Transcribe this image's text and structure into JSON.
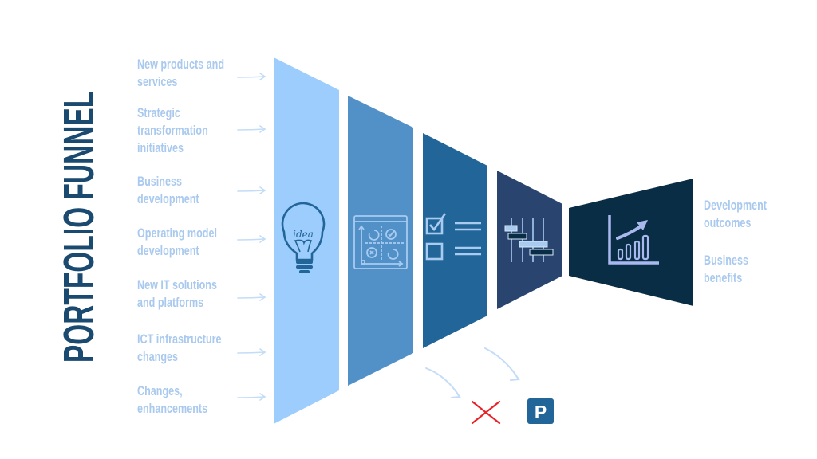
{
  "title": "PORTFOLIO FUNNEL",
  "inputs": [
    {
      "line1": "New  products and",
      "line2": "services",
      "line3": ""
    },
    {
      "line1": "Strategic",
      "line2": "transformation",
      "line3": "initiatives"
    },
    {
      "line1": "Business",
      "line2": "development",
      "line3": ""
    },
    {
      "line1": "Operating model",
      "line2": "development",
      "line3": ""
    },
    {
      "line1": "New IT solutions",
      "line2": "and platforms",
      "line3": ""
    },
    {
      "line1": "ICT infrastructure",
      "line2": "changes",
      "line3": ""
    },
    {
      "line1": "Changes,",
      "line2": "enhancements",
      "line3": ""
    }
  ],
  "outputs": [
    {
      "line1": "Development",
      "line2": "outcomes"
    },
    {
      "line1": "Business",
      "line2": "benefits"
    }
  ],
  "stages": [
    {
      "name": "idea",
      "icon": "lightbulb-idea-icon",
      "color": "#9dcdfd"
    },
    {
      "name": "prioritization",
      "icon": "strategy-board-icon",
      "color": "#5290c8"
    },
    {
      "name": "checklist",
      "icon": "checklist-icon",
      "color": "#226599"
    },
    {
      "name": "scheduling",
      "icon": "gantt-chart-icon",
      "color": "#28446f"
    },
    {
      "name": "results",
      "icon": "growth-chart-icon",
      "color": "#092d44"
    }
  ],
  "outcomes": {
    "rejected_icon": "rejected-x-icon",
    "parked_label": "P",
    "parked_icon": "parked-icon"
  },
  "colors": {
    "title": "#1b4a70",
    "label": "#a9c9ee",
    "arrow": "#c3dcf8",
    "reject": "#e8232a",
    "parked_bg": "#226599"
  }
}
